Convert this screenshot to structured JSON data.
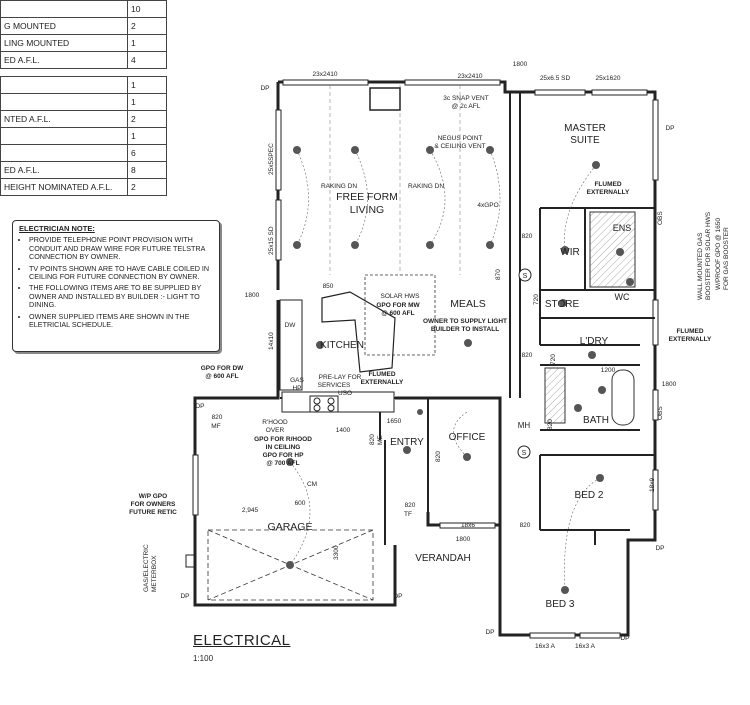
{
  "schedule_top": [
    {
      "label": "",
      "qty": "10"
    },
    {
      "label": "G MOUNTED",
      "qty": "2"
    },
    {
      "label": "LING MOUNTED",
      "qty": "1"
    },
    {
      "label": "ED A.F.L.",
      "qty": "4"
    }
  ],
  "schedule_bottom": [
    {
      "label": "",
      "qty": "1"
    },
    {
      "label": "",
      "qty": "1"
    },
    {
      "label": "NTED A.F.L.",
      "qty": "2"
    },
    {
      "label": "",
      "qty": "1"
    },
    {
      "label": "",
      "qty": "6"
    },
    {
      "label": "ED A.F.L.",
      "qty": "8"
    },
    {
      "label": "HEIGHT NOMINATED A.F.L.",
      "qty": "2"
    }
  ],
  "electrician_note": {
    "heading": "ELECTRICIAN NOTE:",
    "items": [
      "PROVIDE TELEPHONE POINT PROVISION WITH CONDUIT AND DRAW WIRE FOR FUTURE TELSTRA CONNECTION BY OWNER.",
      "TV POINTS SHOWN ARE TO HAVE CABLE COILED IN CEILING FOR FUTURE CONNECTION BY OWNER.",
      "THE FOLLOWING ITEMS ARE TO BE SUPPLIED BY OWNER AND INSTALLED BY BUILDER :- LIGHT TO DINING.",
      "OWNER SUPPLIED ITEMS ARE SHOWN IN THE ELETRICIAL SCHEDULE."
    ]
  },
  "title": "ELECTRICAL",
  "scale": "1:100",
  "rooms": {
    "living1": "FREE FORM",
    "living2": "LIVING",
    "meals": "MEALS",
    "kitchen": "KITCHEN",
    "master1": "MASTER",
    "master2": "SUITE",
    "wir": "WIR",
    "ens": "ENS",
    "store": "STORE",
    "ldry": "L'DRY",
    "bath": "BATH",
    "wc": "WC",
    "office": "OFFICE",
    "entry": "ENTRY",
    "garage": "GARAGE",
    "verandah": "VERANDAH",
    "bed2": "BED 2",
    "bed3": "BED 3",
    "mh": "MH"
  },
  "labels": {
    "snap_vent1": "3c SNAP VENT",
    "snap_vent2": "@ 2c AFL",
    "negus1": "NEGUS POINT",
    "negus2": "& CEILING VENT",
    "raking1": "RAKING DN",
    "raking2": "RAKING DN",
    "gpo4x": "4xGPO",
    "solar": "SOLAR HWS",
    "gpo_mw1": "GPO FOR MW",
    "gpo_mw2": "@ 600 AFL",
    "owner1": "OWNER TO SUPPLY LIGHT",
    "owner2": "BUILDER TO INSTALL",
    "flumed_ens1": "FLUMED",
    "flumed_ens2": "EXTERNALLY",
    "flumed_ld1": "FLUMED",
    "flumed_ld2": "EXTERNALLY",
    "flumed_k1": "FLUMED",
    "flumed_k2": "EXTERNALLY",
    "gpo_dw1": "GPO FOR DW",
    "gpo_dw2": "@ 600 AFL",
    "prelay1": "PRE-LAY FOR",
    "prelay2": "SERVICES",
    "uso": "USO",
    "gas_hp1": "GAS",
    "gas_hp2": "HP",
    "rhood1": "R'HOOD",
    "rhood2": "OVER",
    "gpo_rhood1": "GPO FOR R/HOOD",
    "gpo_rhood2": "IN CEILING",
    "gpo_rhood3": "GPO FOR HP",
    "gpo_rhood4": "@ 700 AFL",
    "wp_gpo1": "W/P GPO",
    "wp_gpo2": "FOR OWNERS",
    "wp_gpo3": "FUTURE RETIC",
    "meterbox1": "GAS/ELECTRIC",
    "meterbox2": "METERBOX",
    "wall_gas1": "WALL MOUNTED GAS",
    "wall_gas2": "BOOSTER FOR SOLAR HWS",
    "wp_1650_1": "W/PROOF GPO @ 1650",
    "wp_1650_2": "FOR GAS BOOSTER",
    "cm": "CM",
    "dim_2945": "2,945",
    "dim_3300": "3300",
    "dim_600": "600",
    "dim_1800a": "1800",
    "dim_1800b": "1800",
    "dim_1800c": "1800",
    "dim_1800d": "1800",
    "dim_1650": "1650",
    "dim_1400": "1400",
    "dim_850": "850",
    "dim_870": "870",
    "dim_720a": "720",
    "dim_720b": "720",
    "dim_820a": "820",
    "dim_820b": "820",
    "dim_820c": "820",
    "dim_820d": "820",
    "dim_820e": "820",
    "dim_820f": "820",
    "dim_820mf": "820",
    "dim_820me": "820",
    "dim_1200": "1200",
    "mf": "MF",
    "me": "ME",
    "tf": "TF",
    "win_23a": "23x2410",
    "win_23b": "23x2410",
    "win_25a": "25x6.5 SD",
    "win_25b": "25x1620",
    "win_25s": "25x5SPEC",
    "win_25sd": "25x15 SD",
    "win_14": "14x10",
    "win_18x6": "18x6",
    "win_18x9": "18x9",
    "win_16": "16x3 A",
    "win_16b": "16x3 A",
    "dp": "DP",
    "s": "S",
    "obs": "OBS",
    "dw": "DW"
  }
}
